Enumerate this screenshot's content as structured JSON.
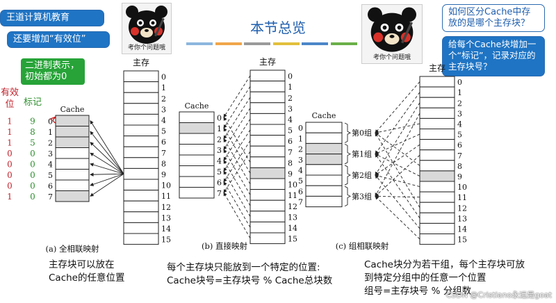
{
  "top_left": {
    "bubble_clipped": "王道计算机教育",
    "bubble_text": "还要增加“有效位”",
    "meme_caption": "考你个问题哦"
  },
  "title": "本节总览",
  "stripe_colors": [
    "#8bb6de",
    "#f0a64a",
    "#9a9a9a",
    "#e2c03c",
    "#4b86c8",
    "#6ab048"
  ],
  "top_right": {
    "meme_caption": "考你个问题哦",
    "bubble1": "如何区分Cache中存放的是哪个主存块？",
    "bubble2": "给每个Cache块增加一个“标记”，记录对应的主存块号？"
  },
  "green_note": "二进制表示，初始都为0",
  "column_headers": {
    "valid": "有效位",
    "tag": "标记"
  },
  "valid_bits": [
    "1",
    "1",
    "1",
    "0",
    "0",
    "0",
    "0",
    "1"
  ],
  "tags": [
    "9",
    "8",
    "5",
    "0",
    "0",
    "0",
    "0",
    "0"
  ],
  "colors": {
    "valid": "#c0232c",
    "tag": "#2d8f2d",
    "shaded": "#d9d9d9",
    "accent": "#1f5fae"
  },
  "diagram_a": {
    "cache_label": "Cache",
    "memory_label": "主存",
    "cache_rows": [
      "0",
      "1",
      "2",
      "3",
      "4",
      "5",
      "6",
      "7"
    ],
    "cache_shaded": [
      0,
      1,
      2,
      7
    ],
    "memory_rows": [
      "0",
      "1",
      "2",
      "3",
      "4",
      "5",
      "6",
      "7",
      "8",
      "9",
      "10",
      "11",
      "12",
      "13",
      "14",
      "15"
    ],
    "caption": "(a) 全相联映射"
  },
  "diagram_b": {
    "cache_label": "Cache",
    "memory_label": "主存",
    "cache_rows": [
      "0",
      "1",
      "2",
      "3",
      "4",
      "5",
      "6",
      "7"
    ],
    "cache_shaded": [
      1
    ],
    "memory_rows": [
      "0",
      "1",
      "2",
      "3",
      "4",
      "5",
      "6",
      "7",
      "8",
      "9",
      "10",
      "11",
      "12",
      "13",
      "14",
      "15"
    ],
    "memory_shaded": [
      9
    ],
    "caption": "(b) 直接映射"
  },
  "diagram_c": {
    "cache_label": "Cache",
    "memory_label": "主存",
    "cache_rows": [
      "0",
      "1",
      "2",
      "3",
      "4",
      "5",
      "6",
      "7"
    ],
    "cache_shaded": [
      2,
      3
    ],
    "groups": [
      "第0组",
      "第1组",
      "第2组",
      "第3组"
    ],
    "memory_rows": [
      "0",
      "1",
      "2",
      "3",
      "4",
      "5",
      "6",
      "7",
      "8",
      "9",
      "10",
      "11",
      "12",
      "13",
      "14",
      "15"
    ],
    "memory_shaded": [
      9
    ],
    "caption": "(c) 组相联映射"
  },
  "bottom_notes": {
    "a": [
      "主存块可以放在",
      "Cache的任意位置"
    ],
    "b": [
      "每个主存块只能放到一个特定的位置:",
      "Cache块号=主存块号 % Cache总块数"
    ],
    "c": [
      "Cache块分为若干组，每个主存块可放",
      "到特定分组中的任意一个位置",
      "组号=主存块号 % 分组数"
    ]
  },
  "watermark": "CSDN @Cristiano永远是goat"
}
